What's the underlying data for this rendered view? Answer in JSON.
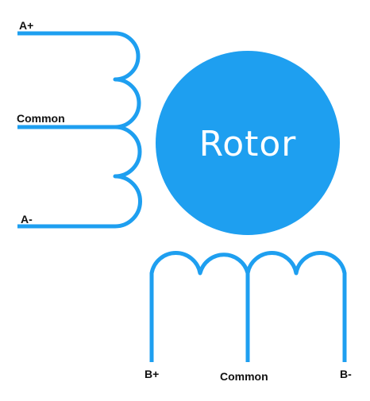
{
  "colors": {
    "wire": "#1e9ff0",
    "rotor": "#1e9ff0",
    "rotor_text": "#ffffff",
    "label_text": "#111111",
    "background": "#ffffff"
  },
  "rotor": {
    "label": "Rotor"
  },
  "coil_a": {
    "top_label": "A+",
    "middle_label": "Common",
    "bottom_label": "A-"
  },
  "coil_b": {
    "left_label": "B+",
    "middle_label": "Common",
    "right_label": "B-"
  }
}
